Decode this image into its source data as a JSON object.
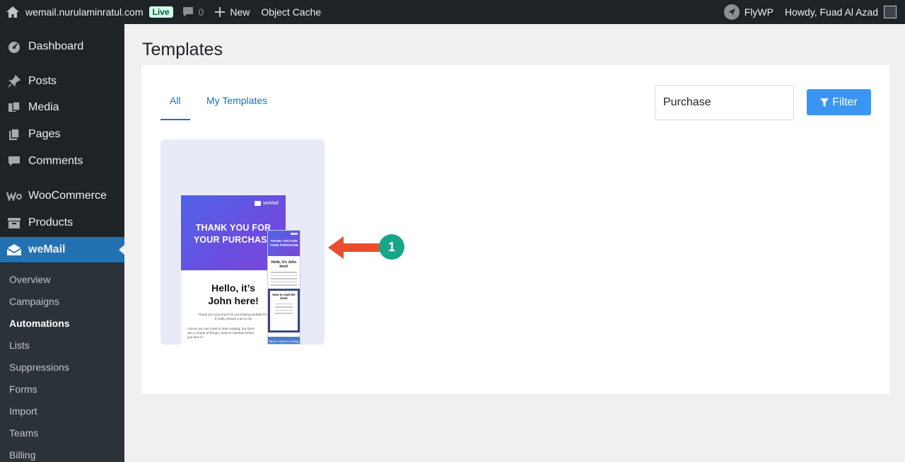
{
  "adminbar": {
    "site_name": "wemail.nurulaminratul.com",
    "live_badge": "Live",
    "comments_count": "0",
    "new_label": "New",
    "object_cache_label": "Object Cache",
    "flywp_label": "FlyWP",
    "howdy_label": "Howdy, Fuad Al Azad"
  },
  "sidebar": {
    "items": [
      {
        "label": "Dashboard",
        "icon": "dashboard-icon"
      },
      {
        "label": "Posts",
        "icon": "pin-icon"
      },
      {
        "label": "Media",
        "icon": "media-icon"
      },
      {
        "label": "Pages",
        "icon": "pages-icon"
      },
      {
        "label": "Comments",
        "icon": "comment-icon"
      },
      {
        "label": "WooCommerce",
        "icon": "woocommerce-icon"
      },
      {
        "label": "Products",
        "icon": "archive-icon"
      },
      {
        "label": "weMail",
        "icon": "wemail-icon"
      }
    ],
    "submenu": [
      "Overview",
      "Campaigns",
      "Automations",
      "Lists",
      "Suppressions",
      "Forms",
      "Import",
      "Teams",
      "Billing"
    ],
    "current_submenu": "Automations"
  },
  "main": {
    "title": "Templates",
    "tabs": [
      "All",
      "My Templates"
    ],
    "search_value": "Purchase",
    "filter_label": "Filter"
  },
  "template_card": {
    "logo_text": "weMail",
    "hero_line1": "THANK YOU FOR",
    "hero_line2": "YOUR PURCHASE",
    "hello_line1": "Hello, it’s",
    "hello_line2": "John here!",
    "body_text1": "Thank you very much for purchasing weMail Pro.",
    "body_text2": "It really means a lot to me",
    "body_text3": "I know you can't wait to start reading, but there are a couple of things I want to mention before you dive in.",
    "mobile_hero": "THANK YOU FOR YOUR PURCHASE",
    "mobile_hello": "Hello, it's John here!",
    "mobile_section_title": "How to read the book",
    "mobile_button": "More content coming"
  },
  "annotation": {
    "step_number": "1"
  },
  "colors": {
    "admin_bar": "#1d2327",
    "accent": "#2271b1",
    "filter_button": "#3b96f2",
    "arrow": "#ea4e2c",
    "step_badge": "#17a68a"
  }
}
